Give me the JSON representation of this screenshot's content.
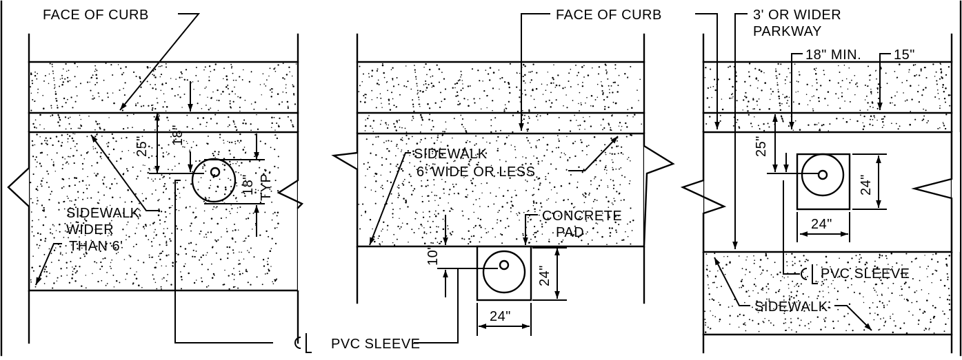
{
  "colors": {
    "ink": "#000000",
    "paper": "#ffffff"
  },
  "left": {
    "face_of_curb": "FACE OF CURB",
    "sidewalk": "SIDEWALK",
    "wider": "WIDER",
    "than": "THAN 6'",
    "dim_25": "25\"",
    "dim_18": "18\"",
    "dim_18b": "18\"",
    "typ": "TYP."
  },
  "middle": {
    "face_of_curb": "FACE OF CURB",
    "sidewalk": "SIDEWALK",
    "width_note": "6' WIDE OR LESS",
    "concrete": "CONCRETE",
    "pad": "PAD",
    "dim_10": "10\"",
    "dim_24v": "24\"",
    "dim_24h": "24\"",
    "pvc_sleeve": "PVC SLEEVE"
  },
  "right": {
    "parkway1": "3' OR WIDER",
    "parkway2": "PARKWAY",
    "dim_18min": "18\" MIN.",
    "dim_15": "15\"",
    "dim_25": "25\"",
    "dim_24v": "24\"",
    "dim_24h": "24\"",
    "pvc_sleeve": "PVC SLEEVE",
    "sidewalk": "SIDEWALK"
  }
}
